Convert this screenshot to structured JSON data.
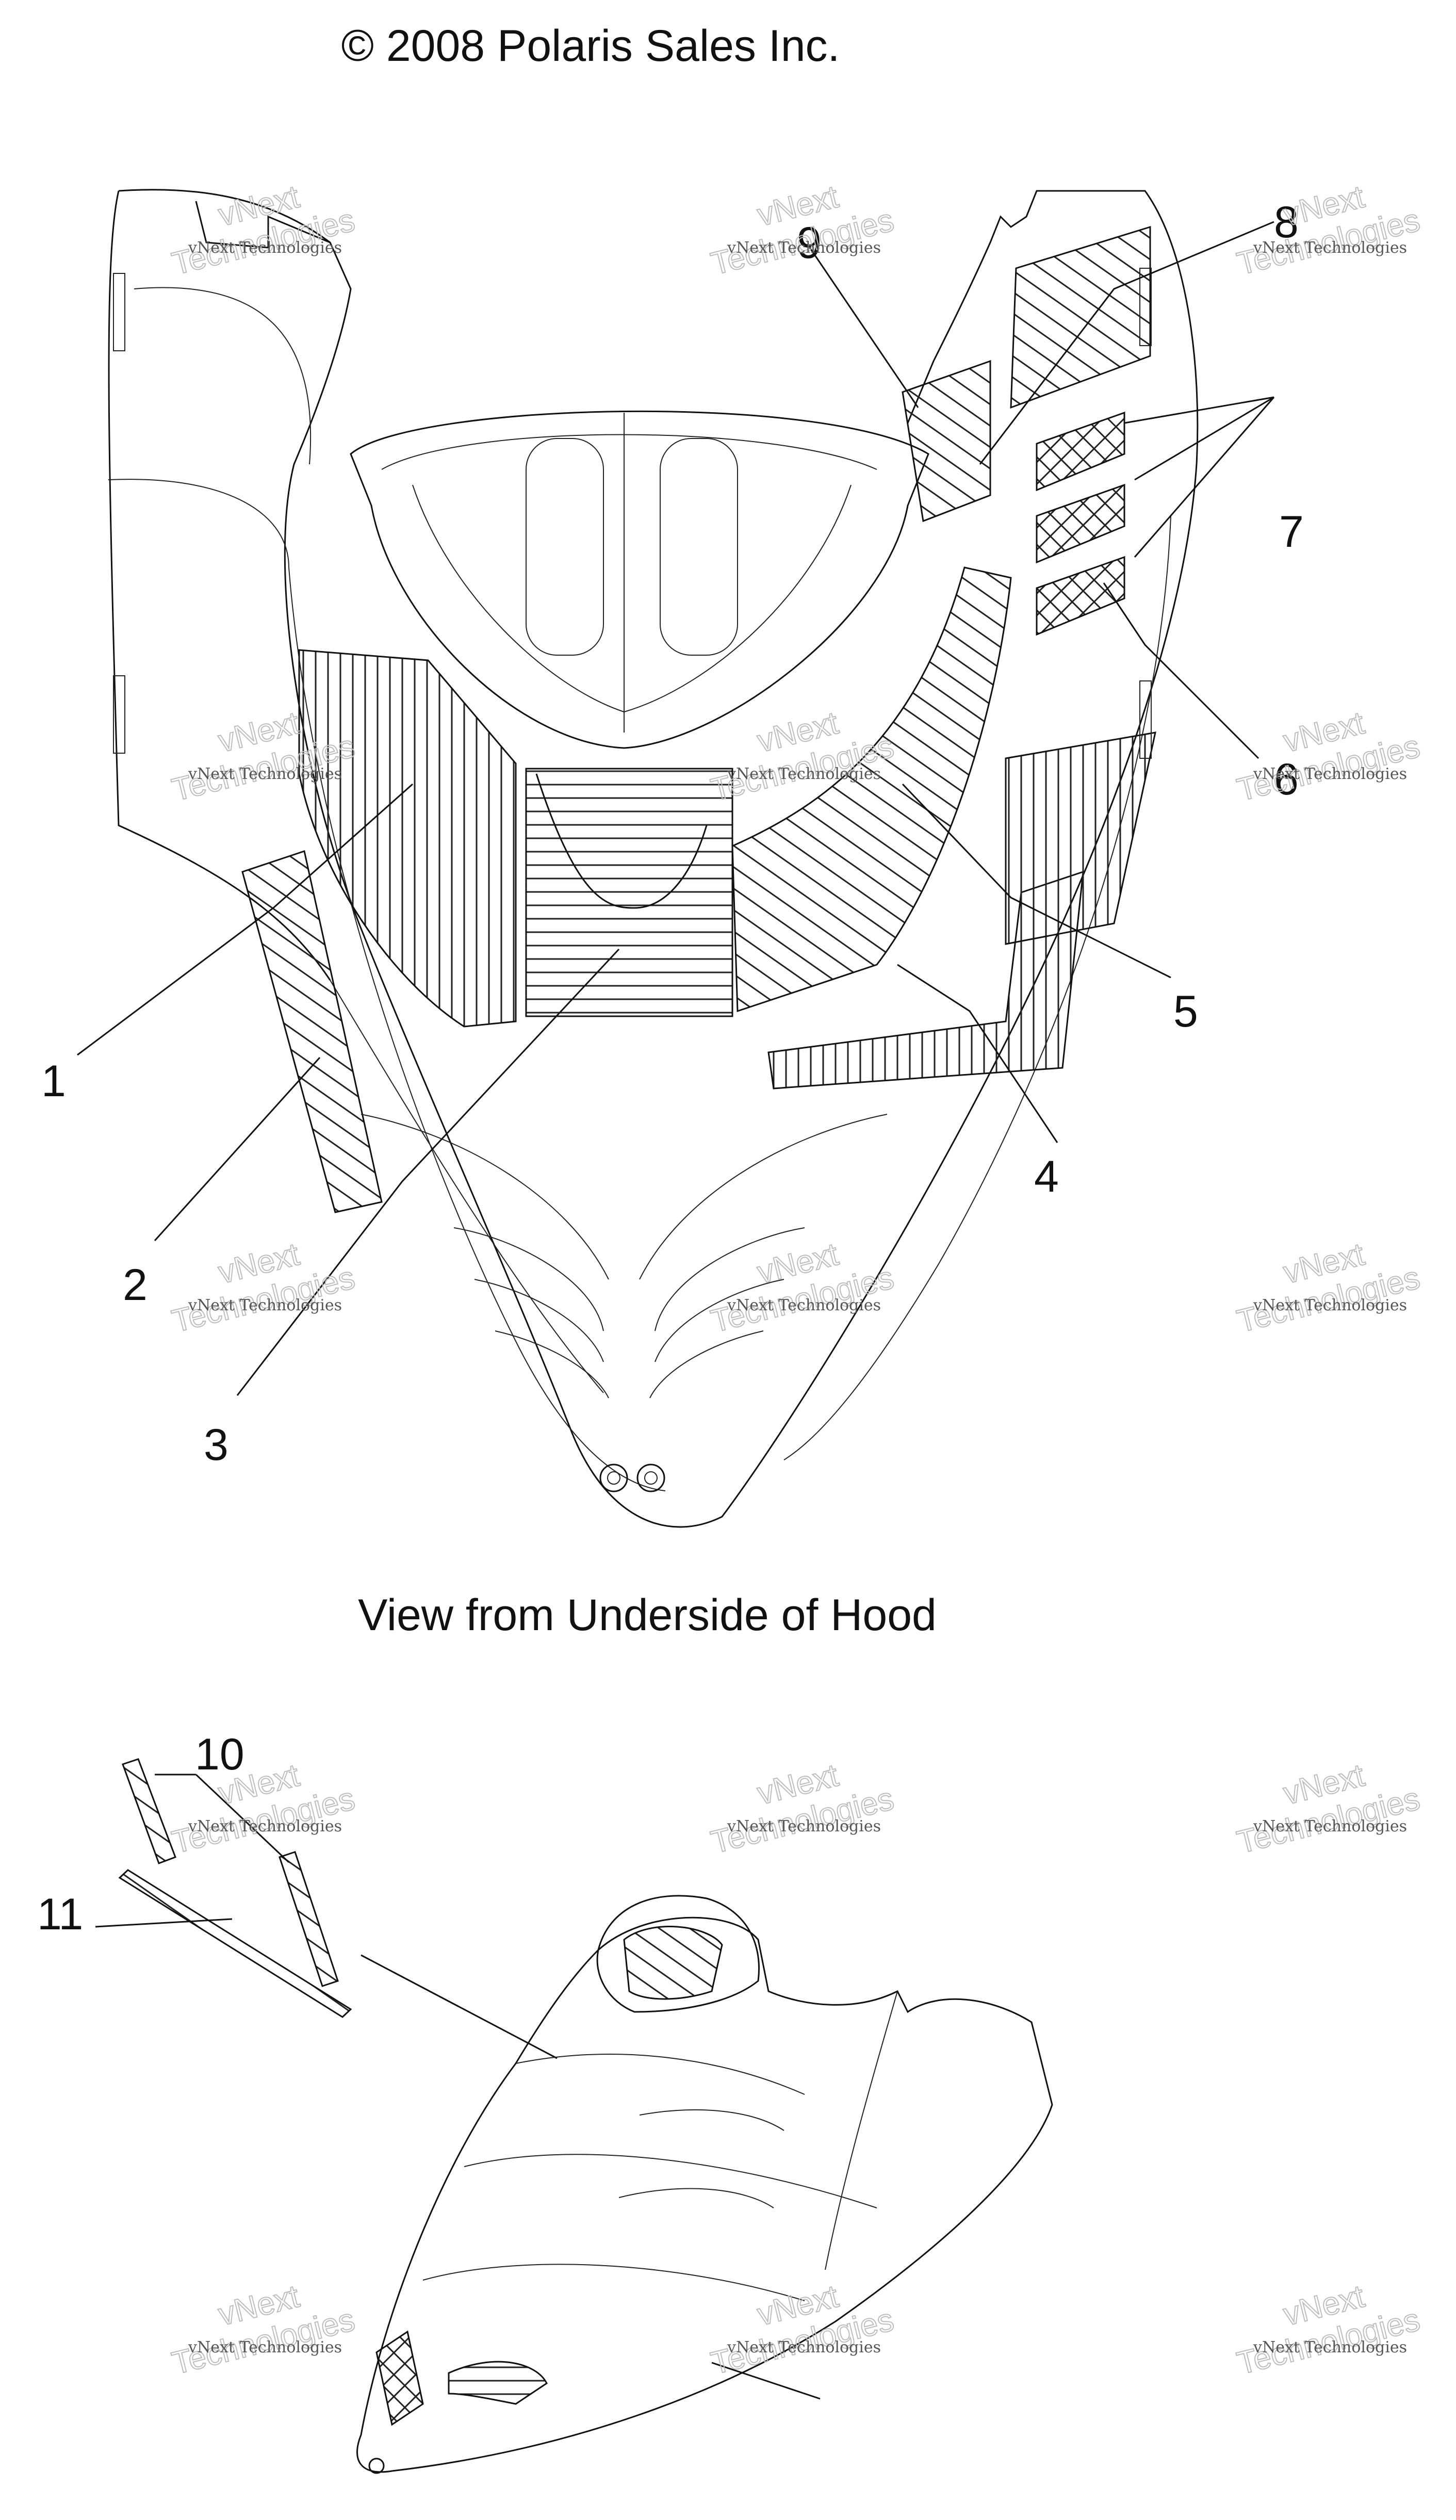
{
  "copyright": "© 2008 Polaris Sales Inc.",
  "view_caption": "View from Underside of Hood",
  "callouts": [
    "1",
    "2",
    "3",
    "4",
    "5",
    "6",
    "7",
    "8",
    "9",
    "10",
    "11"
  ],
  "watermark": {
    "line1": "vNext Technologies",
    "line2": "vNext",
    "line3": "Technologies"
  },
  "colors": {
    "ink": "#111111",
    "watermark": "#bdbdbd",
    "background": "#ffffff"
  }
}
